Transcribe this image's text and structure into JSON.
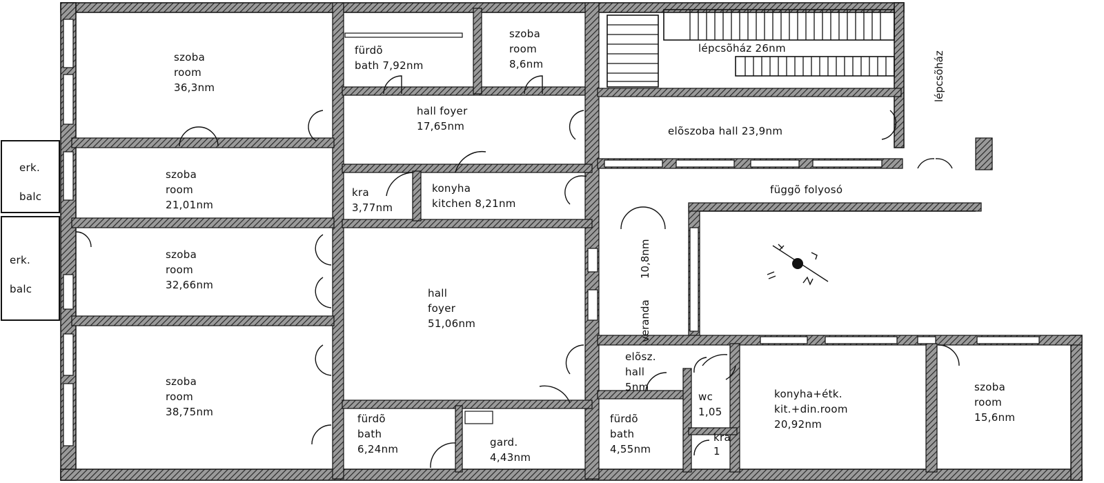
{
  "rooms": {
    "szoba_36": {
      "l1": "szoba",
      "l2": "room",
      "l3": "36,3nm"
    },
    "furdo_792": {
      "l1": "fürdõ",
      "l2": "bath 7,92nm"
    },
    "szoba_86": {
      "l1": "szoba",
      "l2": "room",
      "l3": "8,6nm"
    },
    "lepcsohaz_26": {
      "l1": "lépcsõház 26nm"
    },
    "hall_1765": {
      "l1": "hall  foyer",
      "l2": "17,65nm"
    },
    "eloszoba_239": {
      "l1": "elõszoba  hall 23,9nm"
    },
    "szoba_2101": {
      "l1": "szoba",
      "l2": "room",
      "l3": "21,01nm"
    },
    "erk_top": {
      "l1": "erk.",
      "l2": "balc"
    },
    "kra_377": {
      "l1": "kra",
      "l2": "3,77nm"
    },
    "konyha_821": {
      "l1": "konyha",
      "l2": "kitchen 8,21nm"
    },
    "fuggo": {
      "l1": "függõ folyosó"
    },
    "erk_bottom": {
      "l1": "erk.",
      "l2": "balc"
    },
    "szoba_3266": {
      "l1": "szoba",
      "l2": "room",
      "l3": "32,66nm"
    },
    "hall_5106": {
      "l1": "hall",
      "l2": "foyer",
      "l3": "51,06nm"
    },
    "elosz_5": {
      "l1": "elõsz.",
      "l2": "hall",
      "l3": "5nm"
    },
    "szoba_3875": {
      "l1": "szoba",
      "l2": "room",
      "l3": "38,75nm"
    },
    "furdo_624": {
      "l1": "fürdõ",
      "l2": "bath",
      "l3": "6,24nm"
    },
    "gard_443": {
      "l1": "gard.",
      "l2": "4,43nm"
    },
    "furdo_455": {
      "l1": "fürdõ",
      "l2": "bath",
      "l3": "4,55nm"
    },
    "wc": {
      "l1": "wc",
      "l2": "1,05"
    },
    "kra_1": {
      "l1": "kra",
      "l2": "1"
    },
    "konyha_2092": {
      "l1": "konyha+étk.",
      "l2": "kit.+din.room",
      "l3": "20,92nm"
    },
    "szoba_156": {
      "l1": "szoba",
      "l2": "room",
      "l3": "15,6nm"
    }
  },
  "vertical": {
    "lepcsohaz_side": "lépcsõház",
    "veranda": "veranda",
    "veranda_area": "10,8nm"
  }
}
